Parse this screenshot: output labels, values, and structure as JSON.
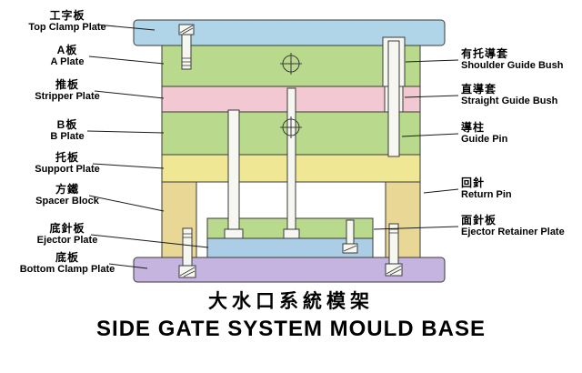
{
  "title": {
    "zh": "大水口系統模架",
    "en": "SIDE GATE SYSTEM MOULD BASE"
  },
  "left_labels": [
    {
      "zh": "工字板",
      "en": "Top Clamp Plate"
    },
    {
      "zh": "A板",
      "en": "A Plate"
    },
    {
      "zh": "推板",
      "en": "Stripper Plate"
    },
    {
      "zh": "B板",
      "en": "B Plate"
    },
    {
      "zh": "托板",
      "en": "Support Plate"
    },
    {
      "zh": "方鐵",
      "en": "Spacer Block"
    },
    {
      "zh": "底針板",
      "en": "Ejector Plate"
    },
    {
      "zh": "底板",
      "en": "Bottom Clamp Plate"
    }
  ],
  "right_labels": [
    {
      "zh": "有托導套",
      "en": "Shoulder Guide Bush"
    },
    {
      "zh": "直導套",
      "en": "Straight Guide Bush"
    },
    {
      "zh": "導柱",
      "en": "Guide Pin"
    },
    {
      "zh": "回針",
      "en": "Return Pin"
    },
    {
      "zh": "面針板",
      "en": "Ejector Retainer Plate"
    }
  ],
  "colors": {
    "top_clamp_plate": "#b0d4e8",
    "a_plate": "#b9da8c",
    "stripper_plate": "#f2c9d2",
    "b_plate": "#b9da8c",
    "support_plate": "#f0e795",
    "spacer_block": "#e8d795",
    "ejector_retainer_plate": "#b9da8c",
    "ejector_plate": "#abcde6",
    "bottom_clamp_plate": "#c5b3e0"
  }
}
